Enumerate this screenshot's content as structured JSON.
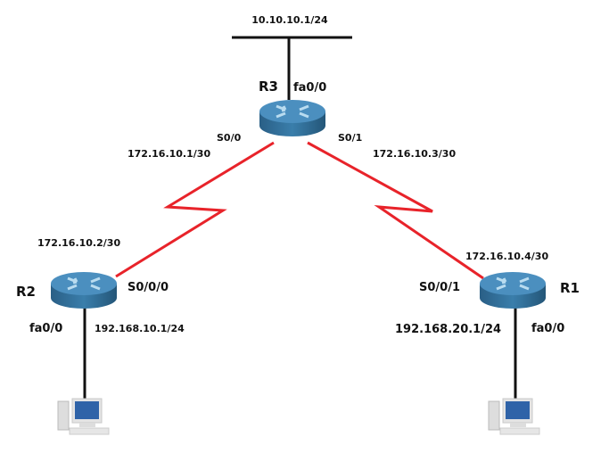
{
  "colors": {
    "serial_link": "#e8232a",
    "ethernet": "#111111",
    "router_body": "#2f6d96"
  },
  "routers": [
    {
      "name": "R3",
      "icon": "router-icon"
    },
    {
      "name": "R2",
      "icon": "router-icon"
    },
    {
      "name": "R1",
      "icon": "router-icon"
    }
  ],
  "pcs": [
    {
      "icon": "pc-icon"
    },
    {
      "icon": "pc-icon"
    }
  ],
  "labels": {
    "r3_lan": "10.10.10.1/24",
    "r3_name": "R3",
    "r3_fa": "fa0/0",
    "r3_s00": "S0/0",
    "r3_s01": "S0/1",
    "r3_s00_ip": "172.16.10.1/30",
    "r3_s01_ip": "172.16.10.3/30",
    "r2_serial_ip": "172.16.10.2/30",
    "r1_serial_ip": "172.16.10.4/30",
    "r2_name": "R2",
    "r2_s": "S0/0/0",
    "r1_s": "S0/0/1",
    "r1_name": "R1",
    "r2_fa": "fa0/0",
    "r2_lan": "192.168.10.1/24",
    "r1_lan": "192.168.20.1/24",
    "r1_fa": "fa0/0"
  }
}
